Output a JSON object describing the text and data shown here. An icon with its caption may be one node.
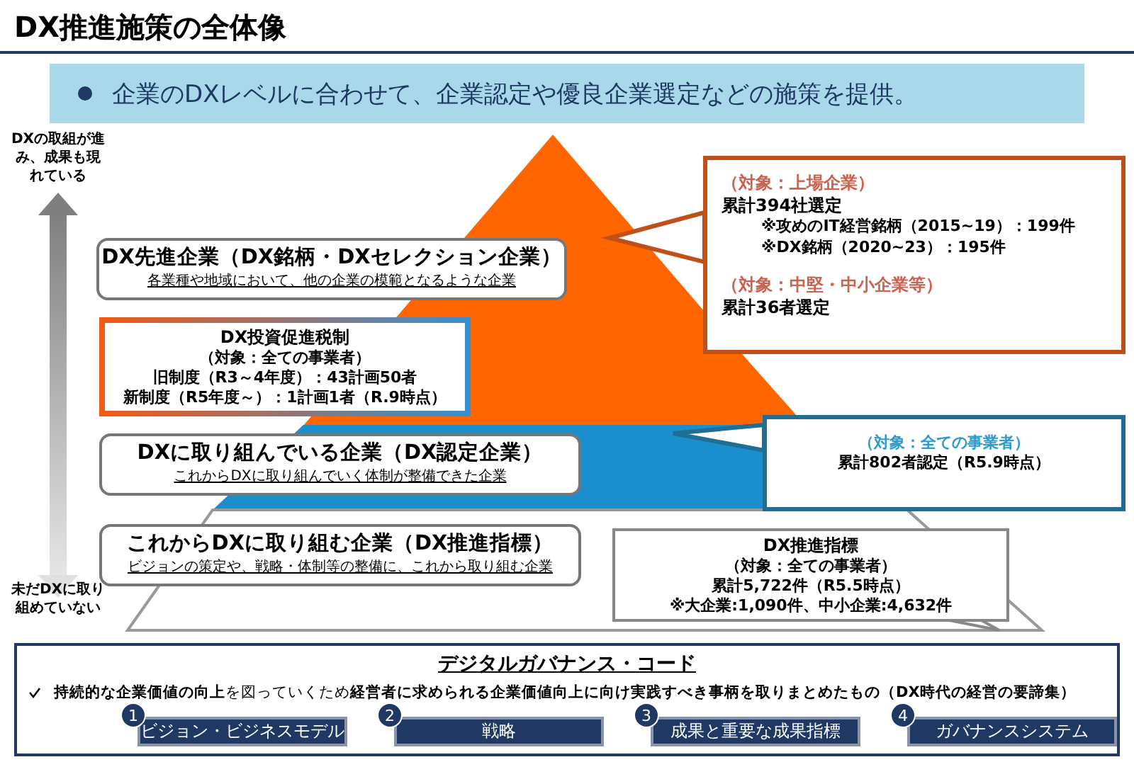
{
  "diagram": {
    "title": "DX推進施策の全体像",
    "nodes": [
      {
        "text": [
          "企業のDXレベルに合わせて、企業認定や優良企業選定などの施策を提供。"
        ]
      },
      {
        "text": [
          "DX先進企業（DX銘柄・DXセレクション企業）",
          "各業種や地域において、他の企業の模範となるような企業"
        ]
      },
      {
        "text": [
          "DX投資促進税制",
          "（対象：全ての事業者）",
          "旧制度（R3～4年度）：43計画50者",
          "新制度（R5年度～）：1計画1者（R.9時点）"
        ]
      },
      {
        "text": [
          "DXに取り組んでいる企業（DX認定企業）",
          "これからDXに取り組んでいく体制が整備できた企業"
        ]
      },
      {
        "text": [
          "これからDXに取り組む企業（DX推進指標）",
          "ビジョンの策定や、戦略・体制等の整備に、これから取り組む企業"
        ]
      },
      {
        "text": [
          "（対象：上場企業）",
          "累計394社選定",
          "※攻めのIT経営銘柄（2015~19）：199件",
          "※DX銘柄（2020~23）：195件",
          "（対象：中堅・中小企業等）",
          "累計36者選定"
        ]
      },
      {
        "text": [
          "（対象：全ての事業者）",
          "累計802者認定（R5.9時点）"
        ]
      },
      {
        "text": [
          "DX推進指標",
          "（対象：全ての事業者）",
          "累計5,722件（R5.5時点）",
          "※大企業:1,090件、中小企業:4,632件"
        ]
      },
      {
        "text": [
          "デジタルガバナンス・コード",
          "**持続的な企業価値の向上**を図っていくため**経営者に求められる企業価値向上に向け実践すべき事柄を取りまとめたもの（DX時代の経営の要諦集）**"
        ]
      },
      {
        "text": [
          "ビジョン・ビジネスモデル"
        ],
        "beside": [
          "1"
        ],
        "in": 8
      },
      {
        "text": [
          "戦略"
        ],
        "beside": [
          "2"
        ],
        "in": 8
      },
      {
        "text": [
          "成果と重要な成果指標"
        ],
        "beside": [
          "3"
        ],
        "in": 8
      },
      {
        "text": [
          "ガバナンスシステム"
        ],
        "beside": [
          "4"
        ],
        "in": 8
      }
    ],
    "labels": [
      "DXの取組が進み、成果も現れている",
      "未だDXに取り組めていない"
    ]
  }
}
